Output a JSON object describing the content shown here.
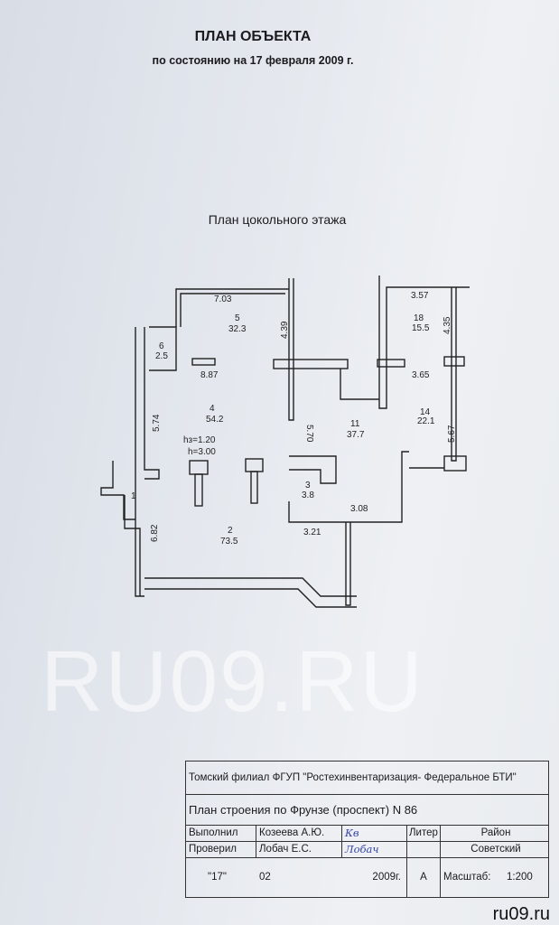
{
  "header": {
    "title": "ПЛАН ОБЪЕКТА",
    "subtitle": "по состоянию на 17 февраля 2009 г.",
    "floor_title": "План  цокольного этажа"
  },
  "plan": {
    "rooms": [
      {
        "num": "1",
        "area": ""
      },
      {
        "num": "2",
        "area": "73.5"
      },
      {
        "num": "3",
        "area": "3.8"
      },
      {
        "num": "4",
        "area": "54.2"
      },
      {
        "num": "5",
        "area": "32.3"
      },
      {
        "num": "6",
        "area": "2.5"
      },
      {
        "num": "11",
        "area": "37.7"
      },
      {
        "num": "14",
        "area": "22.1"
      },
      {
        "num": "18",
        "area": "15.5"
      }
    ],
    "dimensions": [
      "7.03",
      "4.39",
      "8.87",
      "5.74",
      "5.70",
      "6.82",
      "3.21",
      "3.08",
      "3.57",
      "4.35",
      "3.65",
      "5.67"
    ],
    "heights": [
      "hз=1.20",
      "h=3.00"
    ]
  },
  "watermark": "RU09.RU",
  "stamp": {
    "org": "Томский филиал ФГУП \"Ростехинвентаризация- Федеральное БТИ\"",
    "building": "План строения по   Фрунзе (проспект) N 86",
    "done_label": "Выполнил",
    "done_name": "Козеева А.Ю.",
    "done_sig": "Кв",
    "checked_label": "Проверил",
    "checked_name": "Лобач Е.С.",
    "checked_sig": "Лобач",
    "day": "\"17\"",
    "month": "02",
    "year": "2009г.",
    "liter_label": "Литер",
    "liter": "А",
    "district_label": "Район",
    "district": "Советский",
    "scale_label": "Масштаб:",
    "scale": "1:200"
  },
  "site": "ru09.ru"
}
